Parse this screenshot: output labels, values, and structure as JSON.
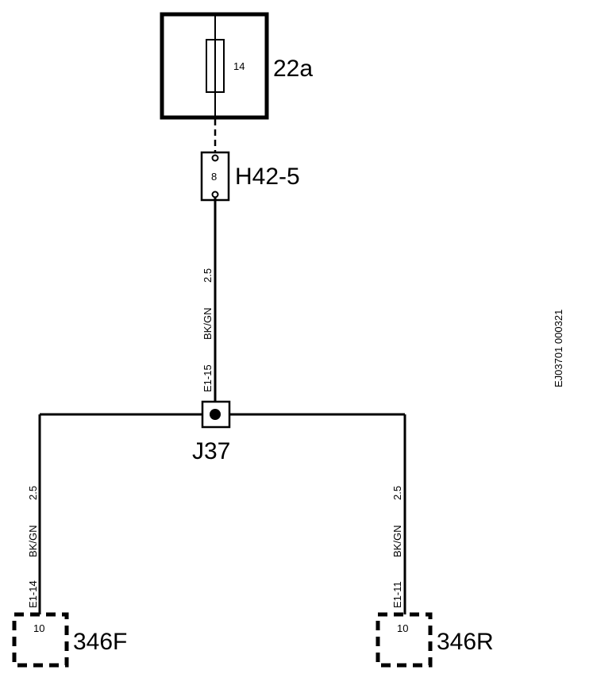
{
  "fuse_box": {
    "id": "22a",
    "fuse_number": "14"
  },
  "connector_h42": {
    "id": "H42-5",
    "pin": "8"
  },
  "splice": {
    "id": "J37"
  },
  "wire_main": {
    "size": "2.5",
    "color": "BK/GN",
    "code": "E1-15"
  },
  "wire_left": {
    "size": "2.5",
    "color": "BK/GN",
    "code": "E1-14"
  },
  "wire_right": {
    "size": "2.5",
    "color": "BK/GN",
    "code": "E1-11"
  },
  "connector_front": {
    "id": "346F",
    "pin": "10"
  },
  "connector_rear": {
    "id": "346R",
    "pin": "10"
  },
  "drawing_code": "EJ03701 000321",
  "colors": {
    "line": "#000000",
    "background": "#ffffff"
  }
}
